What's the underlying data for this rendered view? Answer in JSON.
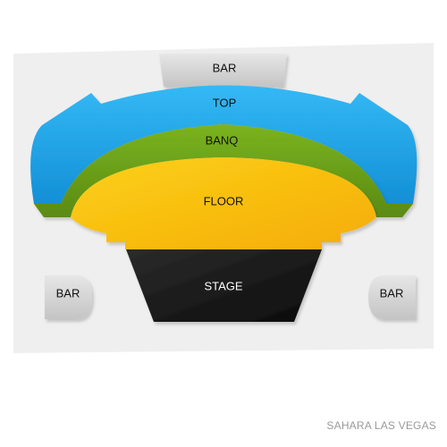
{
  "venue": {
    "name": "SAHARA LAS VEGAS"
  },
  "sections": {
    "bar_top": "BAR",
    "top": "TOP",
    "banq": "BANQ",
    "floor": "FLOOR",
    "stage": "STAGE",
    "bar_left": "BAR",
    "bar_right": "BAR"
  },
  "colors": {
    "background_panel": "#efefef",
    "bar": "#d6d6d6",
    "top": "#1aa3e8",
    "banq": "#6a9e17",
    "floor": "#f9c10a",
    "stage": "#141414"
  }
}
